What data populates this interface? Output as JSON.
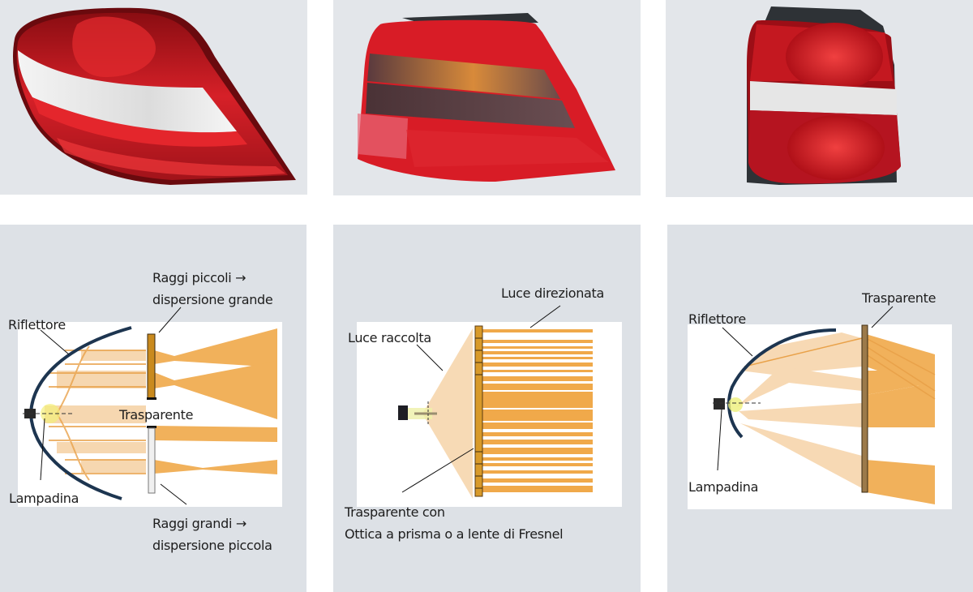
{
  "photos": [
    {
      "name": "tail-lamp-photo-1",
      "description": "Rear tail lamp with red and clear lens bands"
    },
    {
      "name": "tail-lamp-photo-2",
      "description": "Rear tail lamp with red, amber and smoked lens bands"
    },
    {
      "name": "tail-lamp-photo-3",
      "description": "Vertical rear tail lamp with two round red reflectors and clear band"
    }
  ],
  "diagrams": {
    "left": {
      "labels": {
        "riflettore": "Riflettore",
        "lampadina": "Lampadina",
        "trasparente": "Trasparente",
        "raggi_piccoli_1": "Raggi piccoli →",
        "raggi_piccoli_2": "dispersione grande",
        "raggi_grandi_1": "Raggi grandi →",
        "raggi_grandi_2": "dispersione piccola"
      }
    },
    "middle": {
      "labels": {
        "luce_direzionata": "Luce direzionata",
        "luce_raccolta": "Luce raccolta",
        "trasparente_con_1": "Trasparente con",
        "trasparente_con_2": "Ottica a prisma o a lente di Fresnel"
      }
    },
    "right": {
      "labels": {
        "riflettore": "Riflettore",
        "trasparente": "Trasparente",
        "lampadina": "Lampadina"
      }
    }
  },
  "colors": {
    "panel_bg": "#dde1e6",
    "beam": "#f0a94a",
    "beam_light": "#f6d3a8",
    "reflector": "#1d3550",
    "lamp_red": "#c8141c"
  }
}
